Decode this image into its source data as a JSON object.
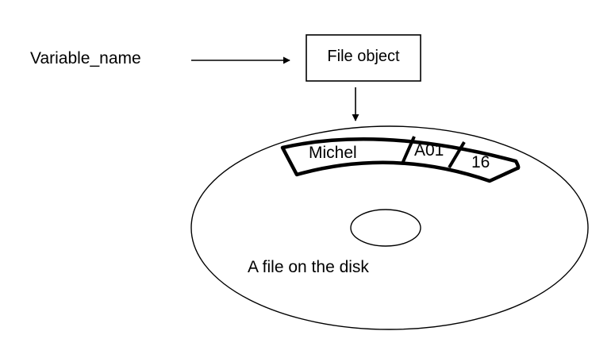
{
  "variable_label": "Variable_name",
  "file_object_label": "File object",
  "disk_label": "A file on the disk",
  "record_fields": [
    "Michel",
    "A01",
    "16"
  ]
}
